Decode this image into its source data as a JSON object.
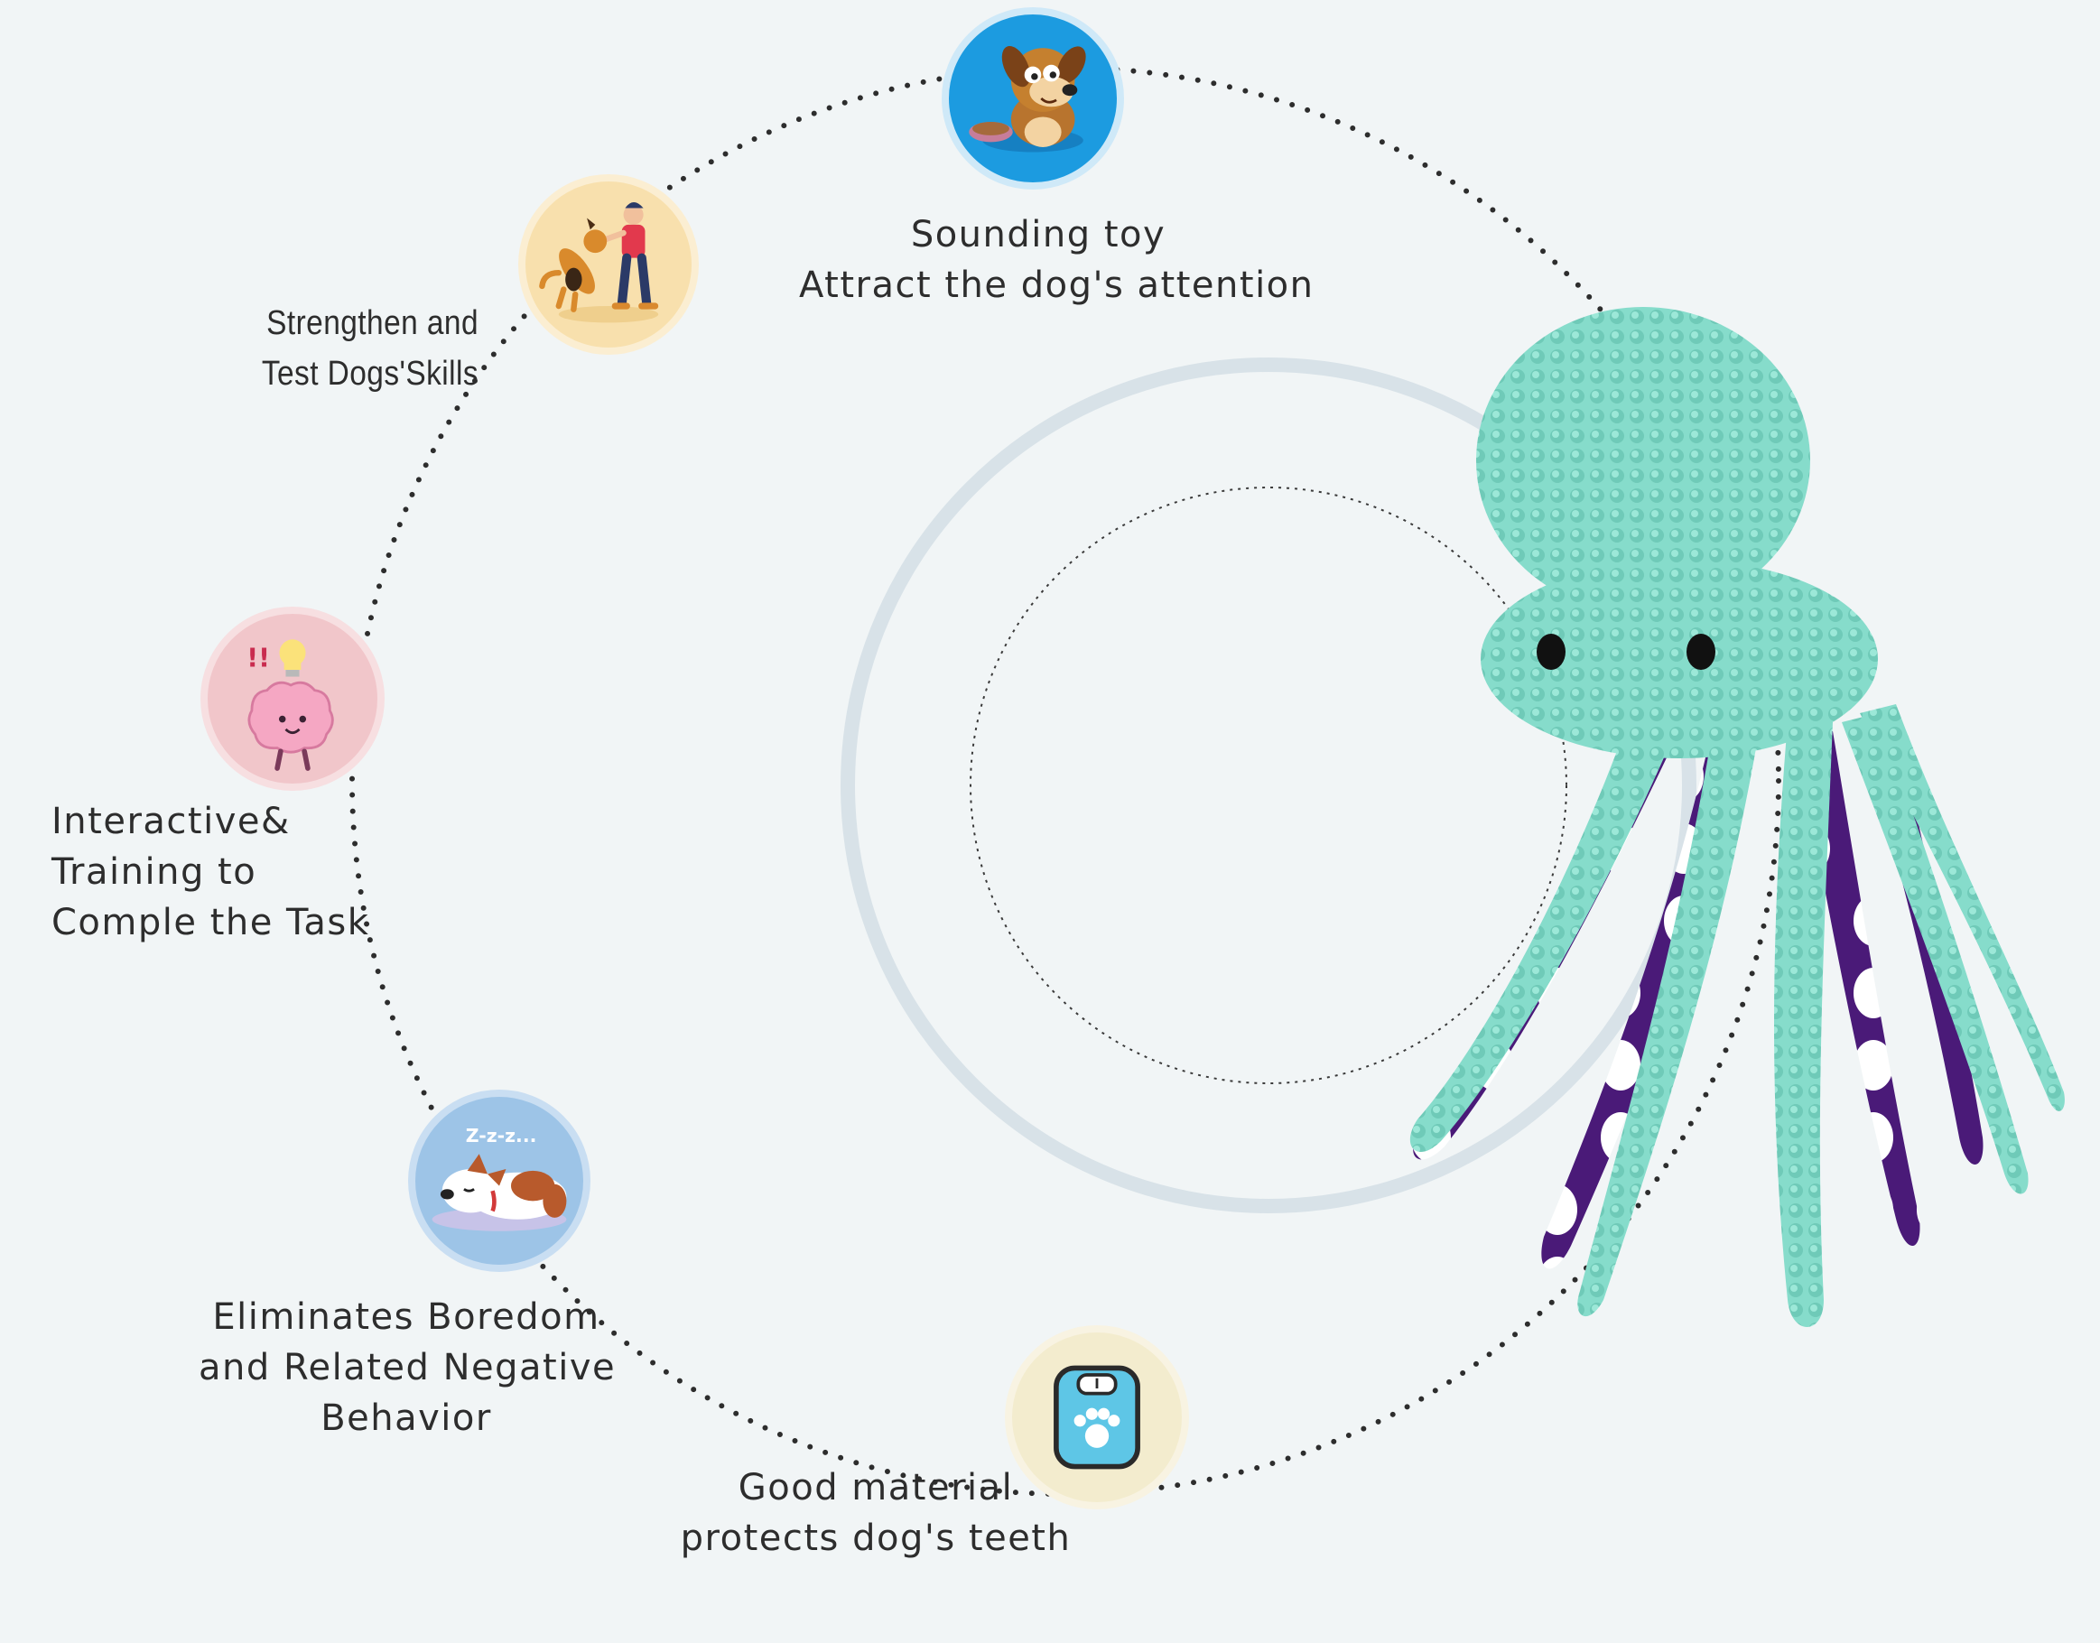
{
  "features": [
    {
      "id": "sounding",
      "icon": "dog-with-bowl-icon",
      "color": "#1c9be0",
      "lines": [
        "Sounding toy",
        "Attract the dog's attention"
      ]
    },
    {
      "id": "skills",
      "icon": "dog-jumping-to-man-icon",
      "color": "#f6dca4",
      "lines": [
        "Strengthen and",
        "Test Dogs'Skills"
      ]
    },
    {
      "id": "interactive",
      "icon": "brain-lightbulb-icon",
      "color": "#f0c2c6",
      "lines": [
        "Interactive&",
        "Training to",
        "Comple the Task"
      ]
    },
    {
      "id": "boredom",
      "icon": "sleeping-dog-icon",
      "color": "#9cc3e6",
      "lines": [
        "Eliminates Boredom",
        "and Related Negative",
        "Behavior"
      ]
    },
    {
      "id": "material",
      "icon": "paw-scale-icon",
      "color": "#f3eccd",
      "lines": [
        "Good material",
        "protects dog's teeth"
      ]
    }
  ],
  "product": {
    "icon": "octopus-plush-toy-icon",
    "body_color": "#7fd6c4",
    "accent_color": "#4a1a78"
  }
}
